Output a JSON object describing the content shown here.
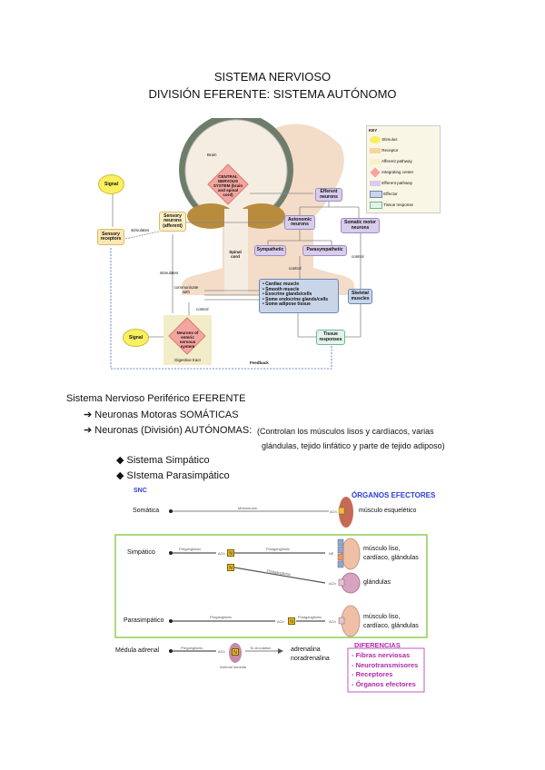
{
  "title_line1": "SISTEMA NERVIOSO",
  "title_line2": "DIVISIÓN EFERENTE: SISTEMA AUTÓNOMO",
  "figure1": {
    "brain": "Brain",
    "cns": "CENTRAL NERVOUS SYSTEM (brain and spinal cord)",
    "spinal_cord": "Spinal cord",
    "signal_top": "Signal",
    "signal_bottom": "Signal",
    "sensory_receptors": "Sensory receptors",
    "sensory_neurons": "Sensory neurons (afferent)",
    "stimulates_1": "stimulates",
    "stimulates_2": "stimulates",
    "communicate_with": "communicate with",
    "control_1": "control",
    "control_2": "control",
    "control_3": "control",
    "efferent_neurons": "Efferent neurons",
    "autonomic_neurons": "Autonomic neurons",
    "somatic_motor_neurons": "Somatic motor neurons",
    "sympathetic": "Sympathetic",
    "parasympathetic": "Parasympathetic",
    "effector_items": [
      "• Cardiac muscle",
      "• Smooth muscle",
      "• Exocrine glands/cells",
      "• Some endocrine glands/cells",
      "• Some adipose tissue"
    ],
    "skeletal_muscles": "Skeletal muscles",
    "tissue_responses": "Tissue responses",
    "enteric": "Neurons of enteric nervous system",
    "digestive_tract": "Digestive tract",
    "feedback": "Feedback",
    "key": {
      "title": "KEY",
      "items": [
        "Stimulus",
        "Receptor",
        "Afferent pathway",
        "Integrating center",
        "Efferent pathway",
        "Effector",
        "Tissue response"
      ],
      "colors": [
        "#f9ef60",
        "#f5d79a",
        "#fbefc4",
        "#f4a5a0",
        "#d8cdea",
        "#c9d6ea",
        "#e3f3ea"
      ]
    }
  },
  "outline": {
    "heading": "Sistema Nervioso Periférico EFERENTE",
    "item1": "Neuronas Motoras SOMÁTICAS",
    "item2": "Neuronas (División) AUTÓNOMAS:",
    "item2_note_line1": "(Controlan los músculos lisos y cardíacos, varias",
    "item2_note_line2": "glándulas, tejido linfático y parte de tejido adiposo)",
    "sub1": "Sistema Simpático",
    "sub2": "SIstema Parasimpático"
  },
  "figure2": {
    "snc": "SNC",
    "organos": "ÓRGANOS EFECTORES",
    "somatica": "Somática",
    "motoneuron": "Motoneuron",
    "musculo_esqueletico": "músculo esquelético",
    "simpatico": "Simpático",
    "preganglionic": "Preganglionic",
    "postganglionic": "Postganglionic",
    "musculo_liso": "músculo liso,",
    "cardiaco_glandulas": "cardíaco, glándulas",
    "glandulas": "glándulas",
    "parasimpatico": "Parasimpático",
    "medula_adrenal": "Médula adrenal",
    "to_circulation": "To circulation",
    "adrenal_medulla": "Adrenal medulla",
    "adrenalina": "adrenalina",
    "noradrenalina": "noradrenalina",
    "ach": "ACh",
    "ne": "NE",
    "n": "N",
    "diferencias": "DIFERENCIAS",
    "diferencias_items": [
      "- Fibras nerviosas",
      "- Neurotransmisores",
      "- Receptores",
      "- Órganos efectores"
    ],
    "colors": {
      "blue": "#2a3bd6",
      "purple": "#b02aa8",
      "green_frame": "#8cd050"
    }
  }
}
